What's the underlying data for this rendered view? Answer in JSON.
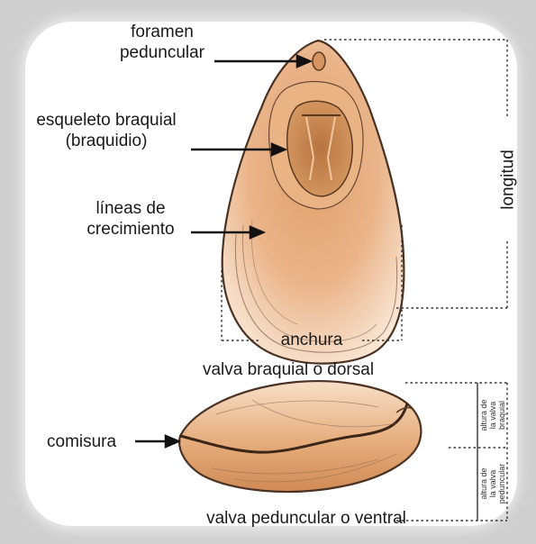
{
  "labels": {
    "foramen": [
      "foramen",
      "peduncular"
    ],
    "esqueleto": [
      "esqueleto braquial",
      "(braquidio)"
    ],
    "lineas": [
      "líneas de",
      "crecimiento"
    ],
    "longitud": "longitud",
    "anchura": "anchura",
    "valva_braquial": "valva braquial o dorsal",
    "comisura": "comisura",
    "valva_peduncular": "valva peduncular o ventral",
    "altura_braquial": [
      "altura de",
      "la valva",
      "braquial"
    ],
    "altura_peduncular": [
      "altura de",
      "la valva",
      "peduncular"
    ]
  },
  "colors": {
    "shell_light": "#f6dcc2",
    "shell_mid": "#e3a673",
    "shell_dark": "#b86f3d",
    "outline": "#4a3324",
    "background": "#ffffff",
    "frame": "#d9d9d9"
  }
}
